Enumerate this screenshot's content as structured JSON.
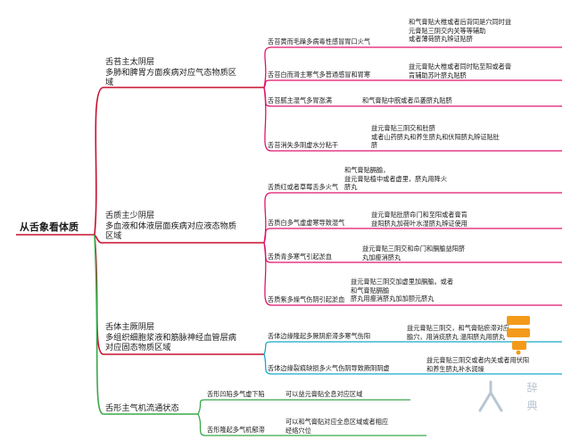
{
  "root": "从舌象看体质",
  "colors": {
    "red": "#c8102e",
    "magenta": "#e0156d",
    "cyan": "#18a9c9",
    "green": "#3aa84a",
    "logo_orange": "#f39a1a"
  },
  "branches": [
    {
      "id": "b1",
      "label": "舌苔主太阴层\n多肺和脾胃方面疾病对应气态物质区\n域",
      "children": [
        {
          "text": "舌苔黄而毛躁多病毒性感冒胃口火气",
          "detail": "和气膏贴大椎或者后背同是穴同时益\n元膏贴三阴交内关等等辅助\n或者薄荷脐丸辨证贴脐"
        },
        {
          "text": "舌苔白而滑主寒气多普通感冒和胃寒",
          "detail": "益元膏贴大椎或者同时贴至阳或者膏\n肓辅助苏叶脐丸贴脐"
        },
        {
          "text": "舌苔腻主湿气多胃涨满",
          "detail": "和气膏贴中脘或者瓜蒌脐丸贴脐"
        },
        {
          "text": "舌苔消失多阴虚水分粘干",
          "detail": "益元膏贴三阴交和肚脐\n或者山药脐丸和养生脐丸和伏阳脐丸辨证贴肚\n脐"
        }
      ]
    },
    {
      "id": "b2",
      "label": "舌质主少阴层\n多血液和体液层面疾病对应液态物质\n区域",
      "children": [
        {
          "text": "舌质红或者草莓舌多火气",
          "detail": "和气膏贴膈腧，\n益元膏贴植中或者虚里，脐丸用降火\n脐丸"
        },
        {
          "text": "舌质白多气虚虚寒导致湿气",
          "detail": "益元膏贴肚脐命门和至阳或者膏肓\n益阳脐丸加荷叶水湿脐丸辨证使用"
        },
        {
          "text": "舌质青多寒气引起淤血",
          "detail": "益元膏贴三阴交和命门和膈腧益阳脐\n丸加瘦消脐丸"
        },
        {
          "text": "舌质紫多燥气伤阴引起淤血",
          "detail": "益元膏贴三阴交加虚里加膈腧。或者\n和气膏贴膈腧\n脐丸用瘦消脐丸加加颐元脐丸"
        }
      ]
    },
    {
      "id": "b3",
      "label": "舌体主厥阴层\n多组织细胞浆液和筋脉神经血管层病\n对应固态物质区域",
      "children": [
        {
          "text": "舌体边缘隆起多厥阴瘀滞多寒气伤阳",
          "detail": "益元膏贴三阴交，和气膏贴瘀滞对应\n腧穴，用消痰脐丸 温阳脐丸用脐丸"
        },
        {
          "text": "舌体边缘裂痕缺损多火气伤阴导致厥阴阴虚",
          "detail": "益元膏贴三阴交或者内关或者用伏阳\n和养生脐丸补水润燥"
        }
      ]
    },
    {
      "id": "b4",
      "label": "舌形主气机流通状态",
      "children": [
        {
          "text": "舌形凹陷多气虚下陷",
          "detail": "可以益元膏贴全息对应区域"
        },
        {
          "text": "舌形隆起多气机郁滞",
          "detail": "可以和气膏贴对应全息区域或者相应\n经络穴位"
        }
      ]
    }
  ],
  "watermark": "辞 典"
}
